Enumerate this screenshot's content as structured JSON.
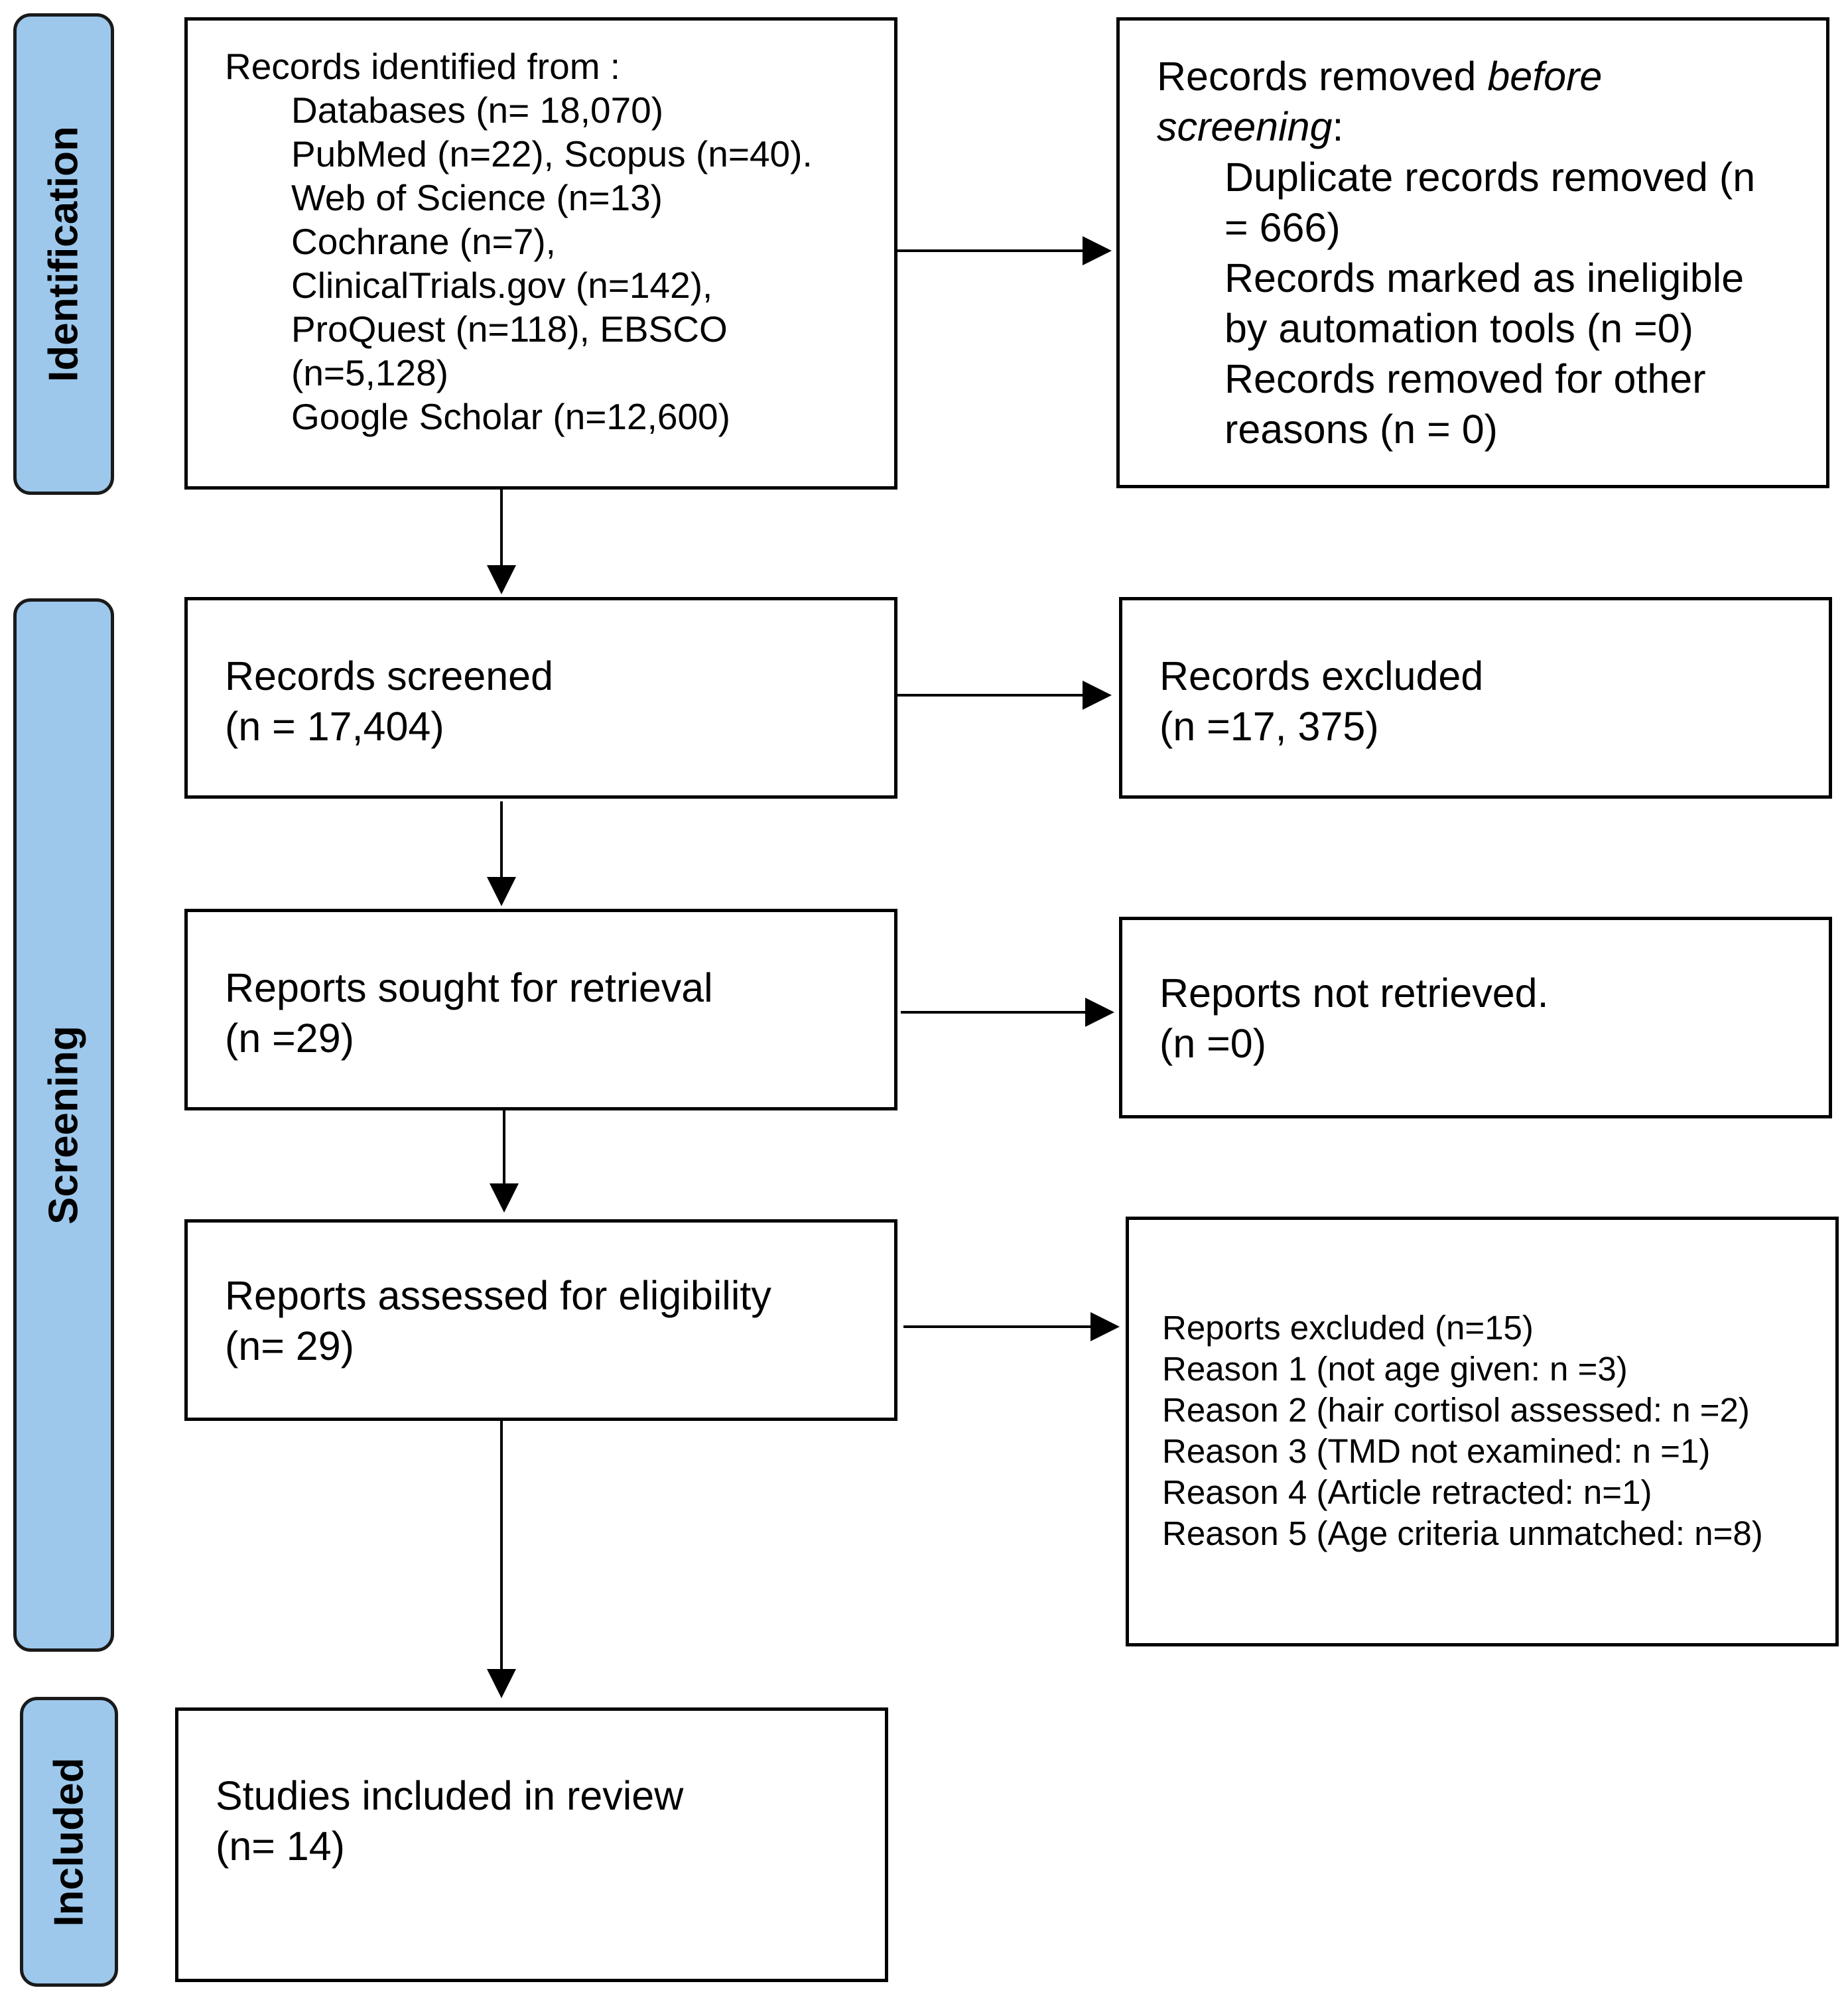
{
  "phases": {
    "identification": "Identification",
    "screening": "Screening",
    "included": "Included"
  },
  "identified": {
    "heading": "Records identified from :",
    "lines": [
      "Databases (n= 18,070)",
      "PubMed (n=22), Scopus (n=40).",
      "Web of Science (n=13)",
      "Cochrane (n=7),",
      "ClinicalTrials.gov (n=142),",
      "ProQuest (n=118), EBSCO",
      "(n=5,128)",
      "Google Scholar (n=12,600)"
    ]
  },
  "removed": {
    "heading_prefix": "Records removed ",
    "heading_italic": "before",
    "heading_line2_italic": "screening",
    "heading_line2_suffix": ":",
    "lines": [
      "Duplicate records removed (n",
      "= 666)",
      "Records marked as ineligible",
      "by automation tools (n =0)",
      "Records removed for other",
      "reasons (n = 0)"
    ]
  },
  "screened": {
    "line1": "Records screened",
    "line2": "(n = 17,404)"
  },
  "excluded": {
    "line1": "Records excluded",
    "line2": "(n =17, 375)"
  },
  "sought": {
    "line1": "Reports sought for retrieval",
    "line2": "(n =29)"
  },
  "not_retrieved": {
    "line1": "Reports not retrieved.",
    "line2": "(n =0)"
  },
  "assessed": {
    "line1": "Reports assessed for eligibility",
    "line2": "(n= 29)"
  },
  "reports_excluded": {
    "lines": [
      "Reports excluded (n=15)",
      "Reason 1 (not age given: n =3)",
      "Reason 2 (hair cortisol assessed: n =2)",
      "Reason 3 (TMD not examined: n =1)",
      "Reason 4 (Article retracted: n=1)",
      "Reason 5 (Age criteria unmatched: n=8)"
    ]
  },
  "included": {
    "line1": "Studies included in review",
    "line2": "(n= 14)"
  }
}
